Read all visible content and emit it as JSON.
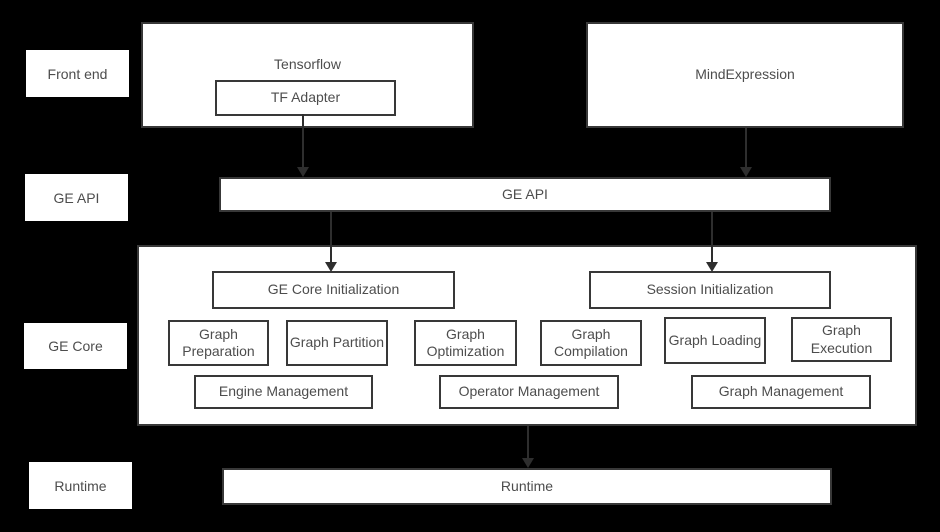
{
  "colors": {
    "background": "#000000",
    "box_fill": "#ffffff",
    "box_border": "#383838",
    "text": "#4d4d4d",
    "arrow": "#2e2e2e"
  },
  "layers": [
    {
      "label": "Front end"
    },
    {
      "label": "GE API"
    },
    {
      "label": "GE Core"
    },
    {
      "label": "Runtime"
    }
  ],
  "front_end": {
    "tensorflow_title": "Tensorflow",
    "tf_adapter_label": "TF Adapter",
    "mind_expression_label": "MindExpression"
  },
  "ge_api": {
    "label": "GE API"
  },
  "ge_core": {
    "init_left": "GE Core Initialization",
    "init_right": "Session Initialization",
    "modules": [
      {
        "label": "Graph Preparation"
      },
      {
        "label": "Graph Partition"
      },
      {
        "label": "Graph Optimization"
      },
      {
        "label": "Graph Compilation"
      },
      {
        "label": "Graph Loading"
      },
      {
        "label": "Graph Execution"
      }
    ],
    "management": [
      {
        "label": "Engine Management"
      },
      {
        "label": "Operator Management"
      },
      {
        "label": "Graph Management"
      }
    ]
  },
  "runtime": {
    "label": "Runtime"
  }
}
